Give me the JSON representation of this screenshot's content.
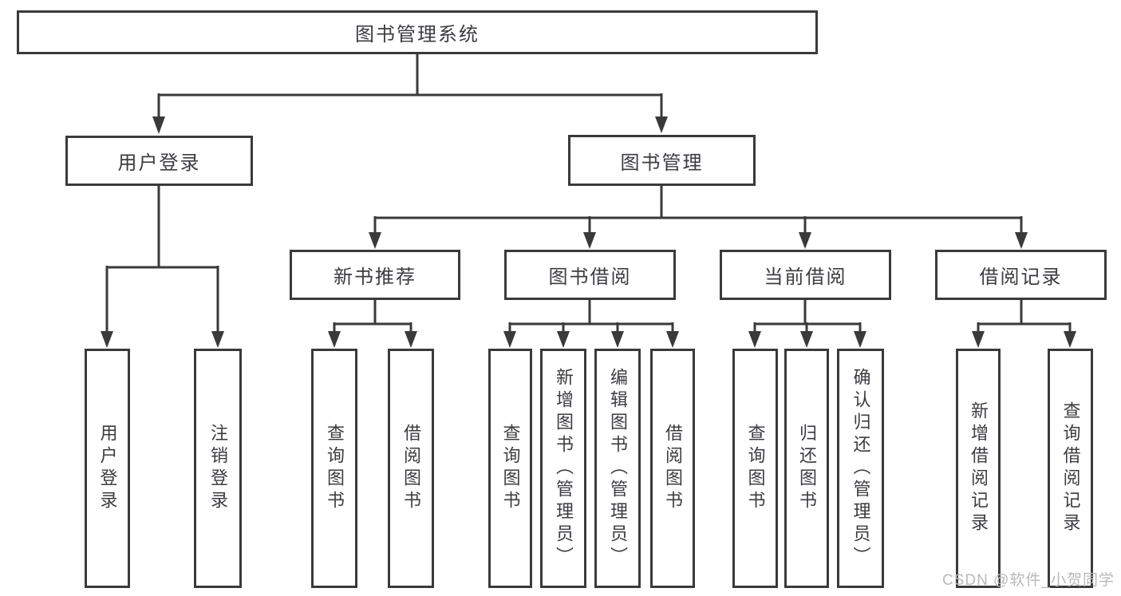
{
  "diagram": {
    "root": {
      "label": "图书管理系统"
    },
    "level2": [
      {
        "label": "用户登录"
      },
      {
        "label": "图书管理"
      }
    ],
    "level3": [
      {
        "label": "新书推荐"
      },
      {
        "label": "图书借阅"
      },
      {
        "label": "当前借阅"
      },
      {
        "label": "借阅记录"
      }
    ],
    "leaves": [
      "用户登录",
      "注销登录",
      "查询图书",
      "借阅图书",
      "查询图书",
      "新增图书（管理员）",
      "编辑图书（管理员）",
      "借阅图书",
      "查询图书",
      "归还图书",
      "确认归还（管理员）",
      "新增借阅记录",
      "查询借阅记录"
    ]
  },
  "watermark": {
    "text": "CSDN @软件_小贺同学"
  },
  "colors": {
    "line": "#3a3a3a",
    "text": "#3c3c41",
    "watermark": "#b9b9b9",
    "background": "#ffffff"
  }
}
